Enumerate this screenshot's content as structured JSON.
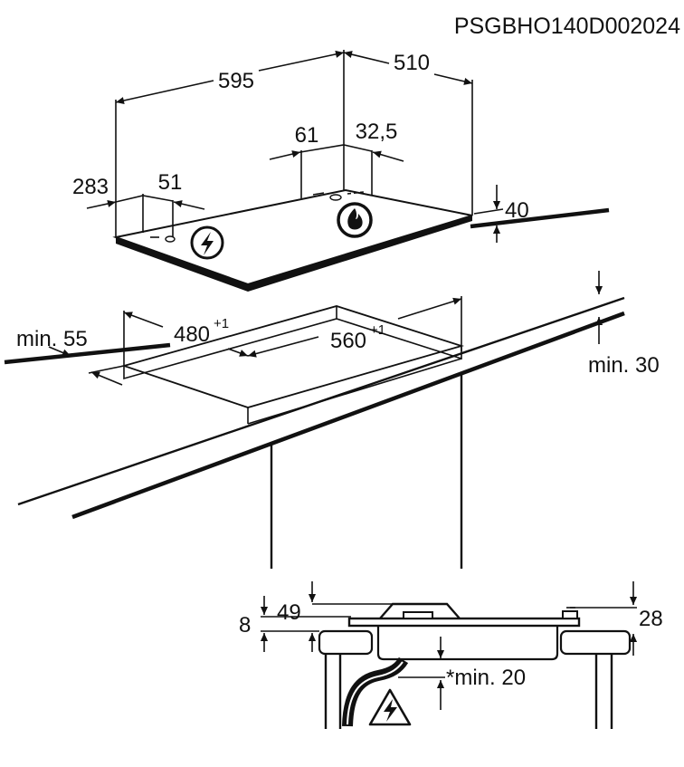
{
  "code": "PSGBHO140D002024",
  "hob": {
    "width": "595",
    "depth": "510",
    "height": "40",
    "gas_burner_x": "61",
    "gas_burner_y": "32,5",
    "electric_x": "283",
    "electric_y": "51"
  },
  "cutout": {
    "front_gap": "min. 55",
    "depth": "480",
    "depth_tolerance": "+1",
    "width": "560",
    "width_tolerance": "+1",
    "worktop": "min. 30"
  },
  "section": {
    "plate": "8",
    "pan_support": "49",
    "knob": "28",
    "clearance": "*min. 20"
  },
  "icons": {
    "electric": "lightning-icon",
    "gas": "flame-icon",
    "warning": "warning-triangle-icon"
  }
}
